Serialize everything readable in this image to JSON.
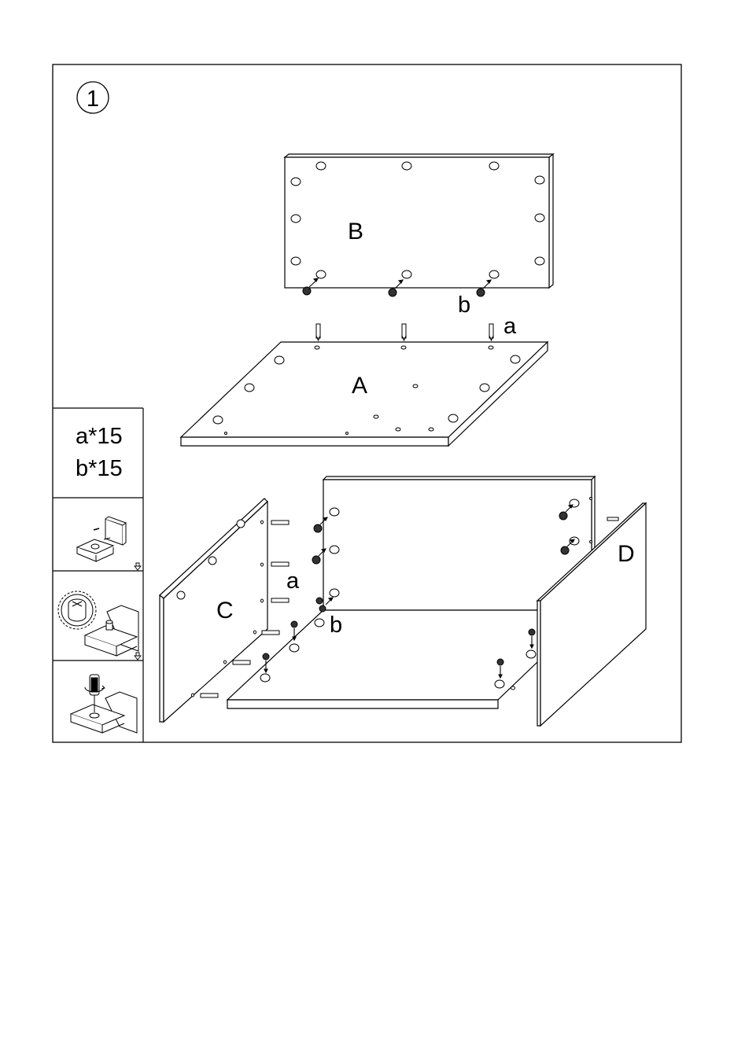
{
  "step": {
    "number": "1"
  },
  "parts": {
    "A": "A",
    "B": "B",
    "C": "C",
    "D": "D"
  },
  "hardware": {
    "top_a": "a",
    "top_b": "b",
    "bottom_a": "a",
    "bottom_b": "b"
  },
  "legend": {
    "a_count": "a*15",
    "b_count": "b*15"
  },
  "icons": {
    "step_arrow": "down-arrow-icon",
    "detail_1": "cam-insertion-icon",
    "detail_2": "cam-lock-zoom-icon",
    "detail_3": "screwdriver-tighten-icon"
  },
  "colors": {
    "line": "#000000",
    "background": "#ffffff"
  }
}
